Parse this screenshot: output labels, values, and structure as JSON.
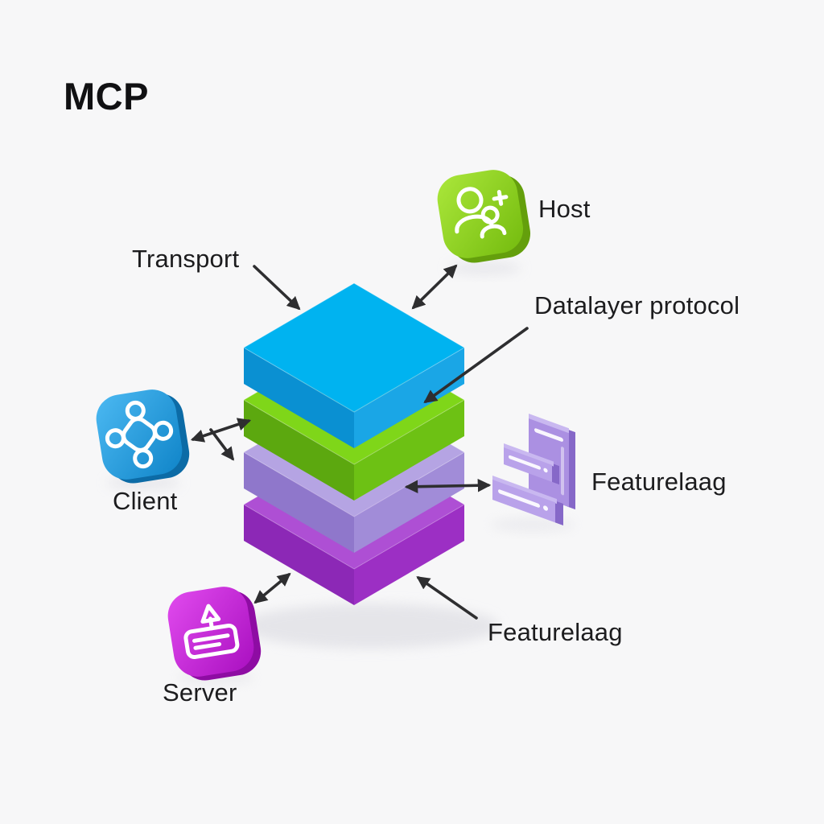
{
  "title": "MCP",
  "colors": {
    "bg": "#f7f7f8",
    "text": "#1c1c1e",
    "arrow": "#2e2e30",
    "blue_top": "#00b3f0",
    "blue_left": "#0a90d2",
    "blue_right": "#1aa6e6",
    "green_top": "#7fd619",
    "green_left": "#5ca80f",
    "green_right": "#6dc114",
    "lilac_top": "#b5a4e3",
    "lilac_left": "#8f77cb",
    "lilac_right": "#a18cd8",
    "purple_top": "#ae4fd4",
    "purple_left": "#8c28b6",
    "purple_right": "#9c2fc4",
    "host_grad_a": "#abe73b",
    "host_grad_b": "#74bb0e",
    "host_back": "#649f0c",
    "client_grad_a": "#4cb9f2",
    "client_grad_b": "#0f84c8",
    "client_back": "#0c6ba6",
    "server_grad_a": "#e14bee",
    "server_grad_b": "#a90fc0",
    "server_back": "#8e0ca3",
    "bars_face": "#ab90e2",
    "bars_face_light": "#b9a2ea",
    "bars_side": "#8668c8",
    "bars_top": "#c9b8f0",
    "shadow": "#dcdce2"
  },
  "stack": {
    "layers": [
      {
        "id": "transport-layer",
        "label": "Transport"
      },
      {
        "id": "data-layer",
        "label": "Datalayer protocol"
      },
      {
        "id": "feature-layer-upper",
        "label": "Featurelaag"
      },
      {
        "id": "feature-layer-lower",
        "label": "Featurelaag"
      }
    ]
  },
  "nodes": {
    "host": {
      "label": "Host",
      "icon": "users-icon"
    },
    "client": {
      "label": "Client",
      "icon": "network-hub-icon"
    },
    "server": {
      "label": "Server",
      "icon": "upload-tray-icon"
    },
    "featurelaag": {
      "label": "Featurelaag",
      "icon": "stacked-bars-icon"
    }
  },
  "connections": [
    {
      "from": "Transport",
      "to": "transport-layer",
      "double": false
    },
    {
      "from": "Host",
      "to": "transport-layer",
      "double": true
    },
    {
      "from": "Datalayer protocol",
      "to": "data-layer",
      "double": false
    },
    {
      "from": "Client",
      "to": "data-layer",
      "double": true
    },
    {
      "from": "Featurelaag",
      "to": "feature-layer-upper",
      "double": true
    },
    {
      "from": "Server",
      "to": "feature-layer-lower",
      "double": true
    },
    {
      "from": "Featurelaag",
      "to": "feature-layer-lower",
      "double": false
    }
  ]
}
